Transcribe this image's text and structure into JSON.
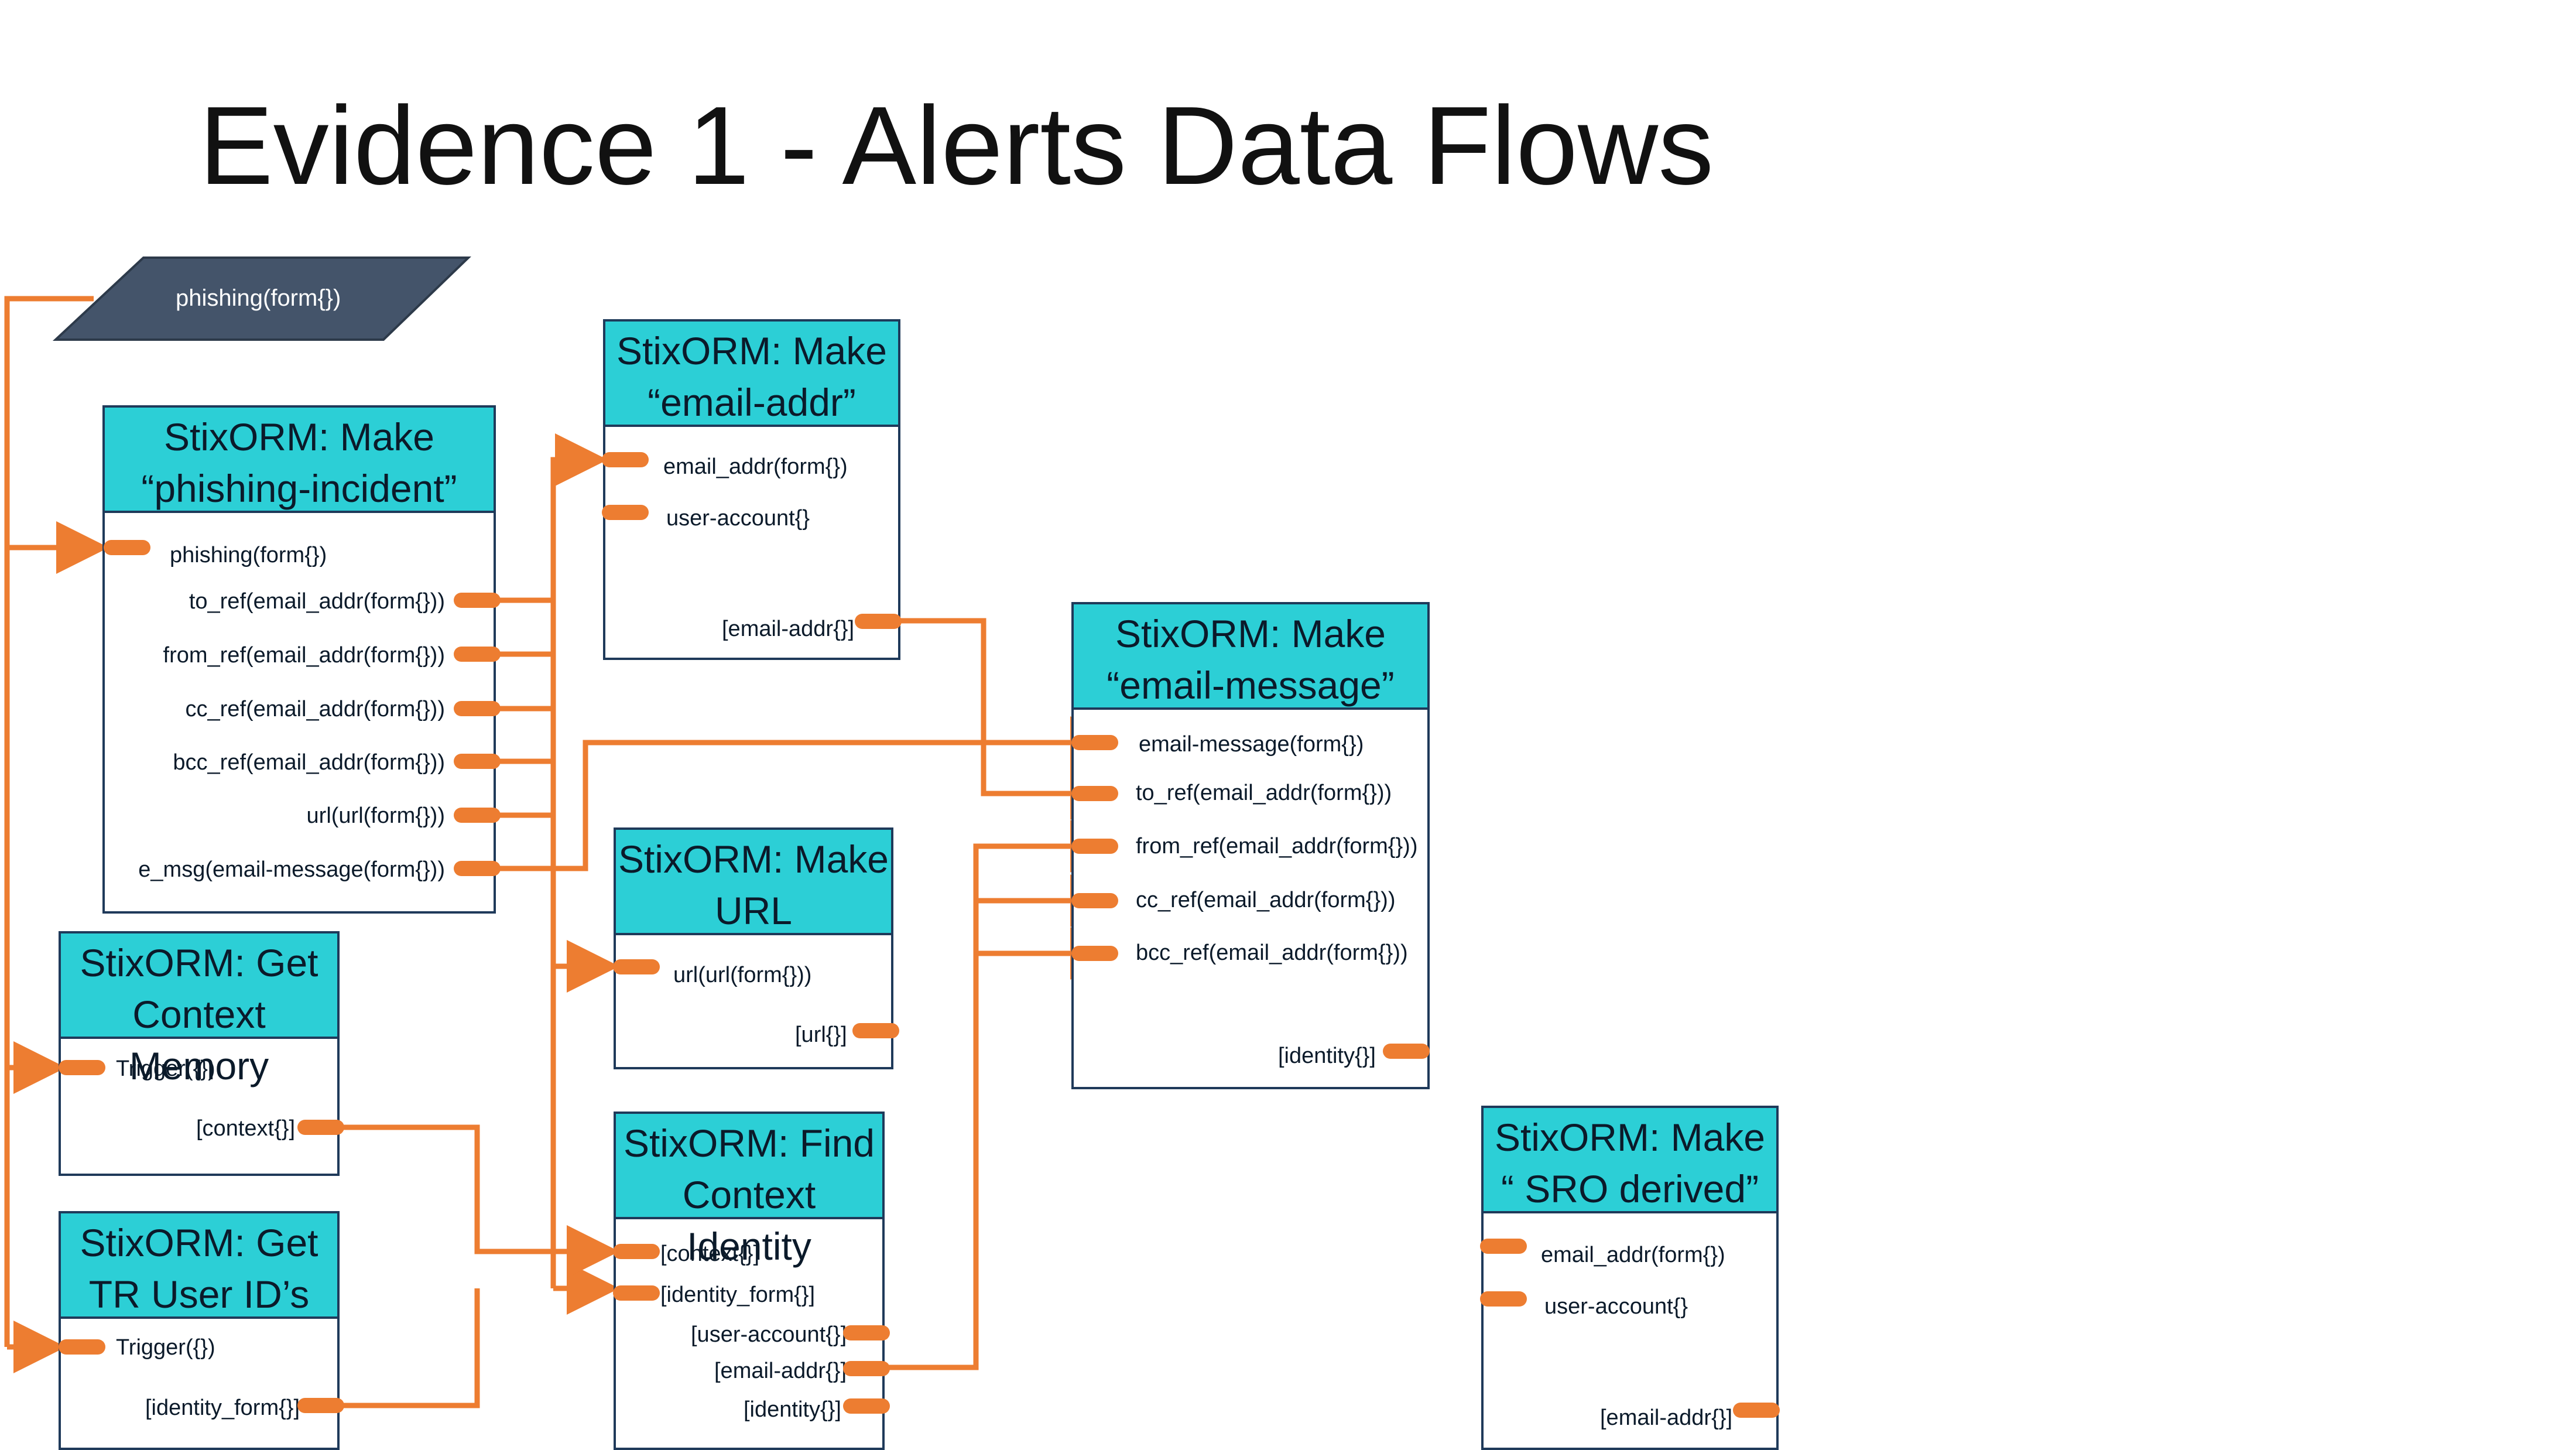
{
  "title": "Evidence 1  - Alerts Data Flows",
  "input_node": {
    "label": "phishing(form{})"
  },
  "boxes": {
    "phishing_incident": {
      "header_line1": "StixORM: Make",
      "header_line2": "“phishing-incident”",
      "inputs": [
        "phishing(form{})"
      ],
      "outputs": [
        "to_ref(email_addr(form{}))",
        "from_ref(email_addr(form{}))",
        "cc_ref(email_addr(form{}))",
        "bcc_ref(email_addr(form{}))",
        "url(url(form{}))",
        "e_msg(email-message(form{}))"
      ]
    },
    "context_memory": {
      "header_line1": "StixORM: Get",
      "header_line2": "Context Memory",
      "inputs": [
        "Trigger({})"
      ],
      "outputs": [
        "[context{}]"
      ]
    },
    "tr_user_ids": {
      "header_line1": "StixORM: Get",
      "header_line2": "TR User ID’s",
      "inputs": [
        "Trigger({})"
      ],
      "outputs": [
        "[identity_form{}]"
      ]
    },
    "email_addr": {
      "header_line1": "StixORM: Make",
      "header_line2": "“email-addr”",
      "inputs": [
        "email_addr(form{})",
        "user-account{}"
      ],
      "outputs": [
        "[email-addr{}]"
      ]
    },
    "url": {
      "header_line1": "StixORM: Make",
      "header_line2": "URL",
      "inputs": [
        "url(url(form{}))"
      ],
      "outputs": [
        "[url{}]"
      ]
    },
    "context_identity": {
      "header_line1": "StixORM: Find",
      "header_line2": "Context Identity",
      "inputs": [
        "[context{}]",
        "[identity_form{}]"
      ],
      "outputs": [
        "[user-account{}]",
        "[email-addr{}]",
        "[identity{}]"
      ]
    },
    "email_message": {
      "header_line1": "StixORM: Make",
      "header_line2": "“email-message”",
      "inputs": [
        "email-message(form{})",
        "to_ref(email_addr(form{}))",
        "from_ref(email_addr(form{}))",
        "cc_ref(email_addr(form{}))",
        "bcc_ref(email_addr(form{}))"
      ],
      "outputs": [
        "[identity{}]"
      ]
    },
    "sro_derived": {
      "header_line1": "StixORM: Make",
      "header_line2": "“ SRO derived”",
      "inputs": [
        "email_addr(form{})",
        "user-account{}"
      ],
      "outputs": [
        "[email-addr{}]"
      ]
    }
  },
  "colors": {
    "header_fill": "#2ccfd6",
    "box_border": "#1f3a5a",
    "connector": "#ed7d31",
    "input_node_fill": "#44546a"
  }
}
